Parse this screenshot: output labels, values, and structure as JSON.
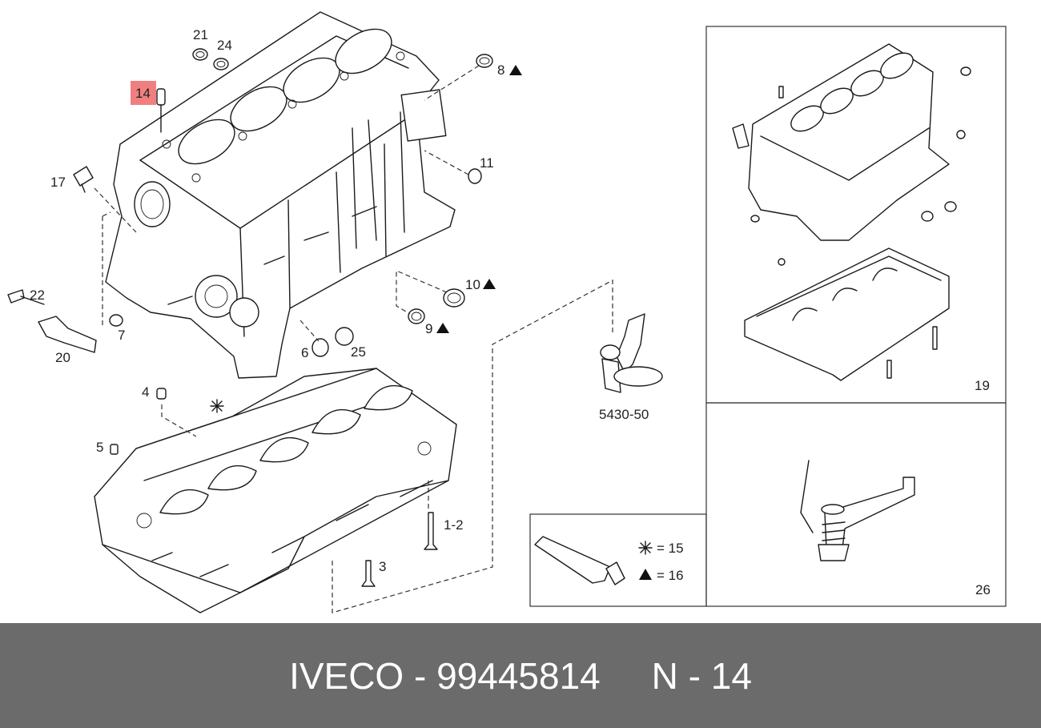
{
  "callouts": {
    "c21": "21",
    "c24": "24",
    "c14": "14",
    "c8": "8",
    "c11": "11",
    "c17": "17",
    "c22": "22",
    "c20": "20",
    "c7": "7",
    "c10": "10",
    "c9": "9",
    "c6": "6",
    "c25": "25",
    "c4": "4",
    "c5": "5",
    "c12": "1-2",
    "c3": "3",
    "c19": "19",
    "c26": "26",
    "ref": "5430-50"
  },
  "legend": {
    "star": "= 15",
    "triangle": "= 16"
  },
  "highlight_color": "#f08080",
  "footer": {
    "text": "IVECO - 99445814     N - 14"
  }
}
